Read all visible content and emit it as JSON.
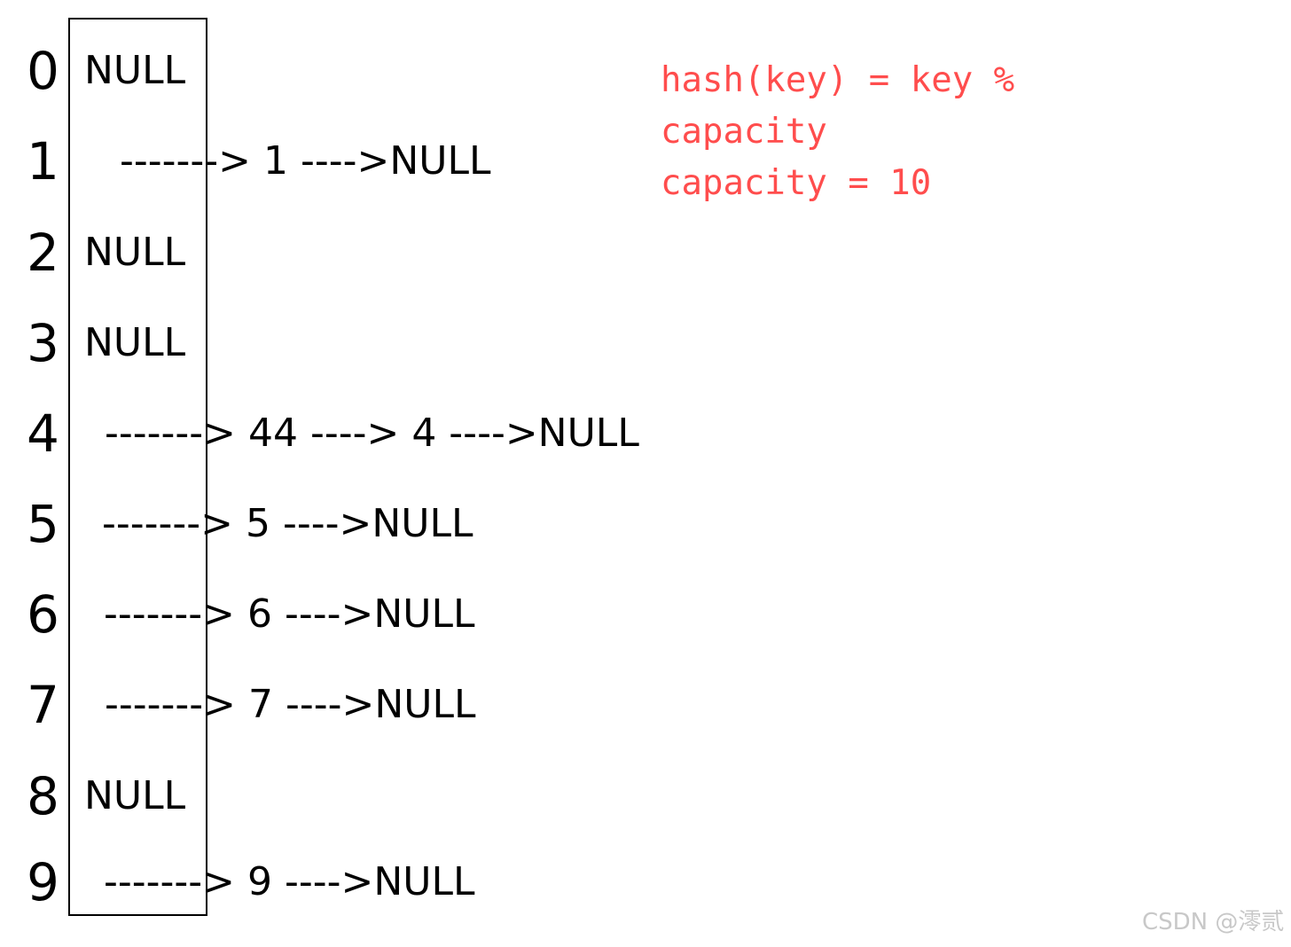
{
  "buckets": [
    {
      "index": "0",
      "null_label": "NULL",
      "chain": ""
    },
    {
      "index": "1",
      "null_label": "",
      "chain": "-------> 1 ---->NULL"
    },
    {
      "index": "2",
      "null_label": "NULL",
      "chain": ""
    },
    {
      "index": "3",
      "null_label": "NULL",
      "chain": ""
    },
    {
      "index": "4",
      "null_label": "",
      "chain": "-------> 44 ----> 4 ---->NULL"
    },
    {
      "index": "5",
      "null_label": "",
      "chain": "-------> 5 ---->NULL"
    },
    {
      "index": "6",
      "null_label": "",
      "chain": "-------> 6 ---->NULL"
    },
    {
      "index": "7",
      "null_label": "",
      "chain": "-------> 7 ---->NULL"
    },
    {
      "index": "8",
      "null_label": "NULL",
      "chain": ""
    },
    {
      "index": "9",
      "null_label": "",
      "chain": "-------> 9 ---->NULL"
    }
  ],
  "formula": {
    "line1": "hash(key) = key %",
    "line2": "capacity",
    "line3": "capacity = 10"
  },
  "watermark": "CSDN @澪贰",
  "colors": {
    "formula": "#ff4d4d",
    "watermark": "#c8c8c8",
    "lines": "#000000"
  }
}
